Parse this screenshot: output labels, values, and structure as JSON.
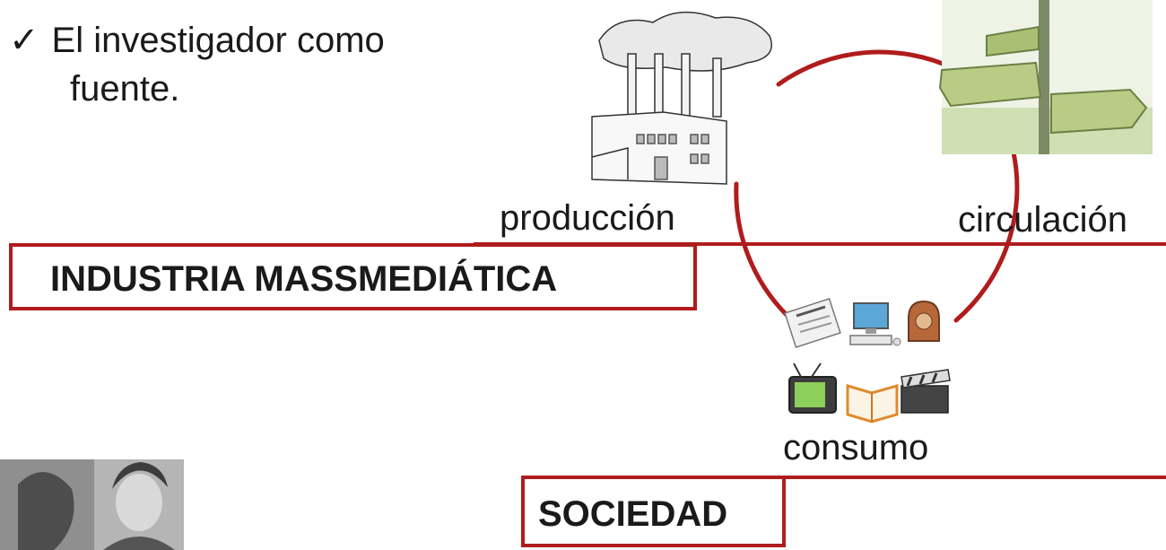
{
  "bullet": {
    "check": "✓",
    "line1": "El investigador como",
    "line2": "fuente."
  },
  "labels": {
    "production": "producción",
    "circulation": "circulación",
    "consumption": "consumo"
  },
  "boxes": {
    "industry": "INDUSTRIA MASSMEDIÁTICA",
    "society": "SOCIEDAD"
  },
  "colors": {
    "accent": "#b01c1c",
    "text": "#1a1a1a"
  },
  "icons": [
    "factory-icon",
    "signpost-icon",
    "newspaper-icon",
    "computer-icon",
    "radio-icon",
    "tv-icon",
    "book-icon",
    "clapperboard-icon",
    "vintage-photo"
  ]
}
